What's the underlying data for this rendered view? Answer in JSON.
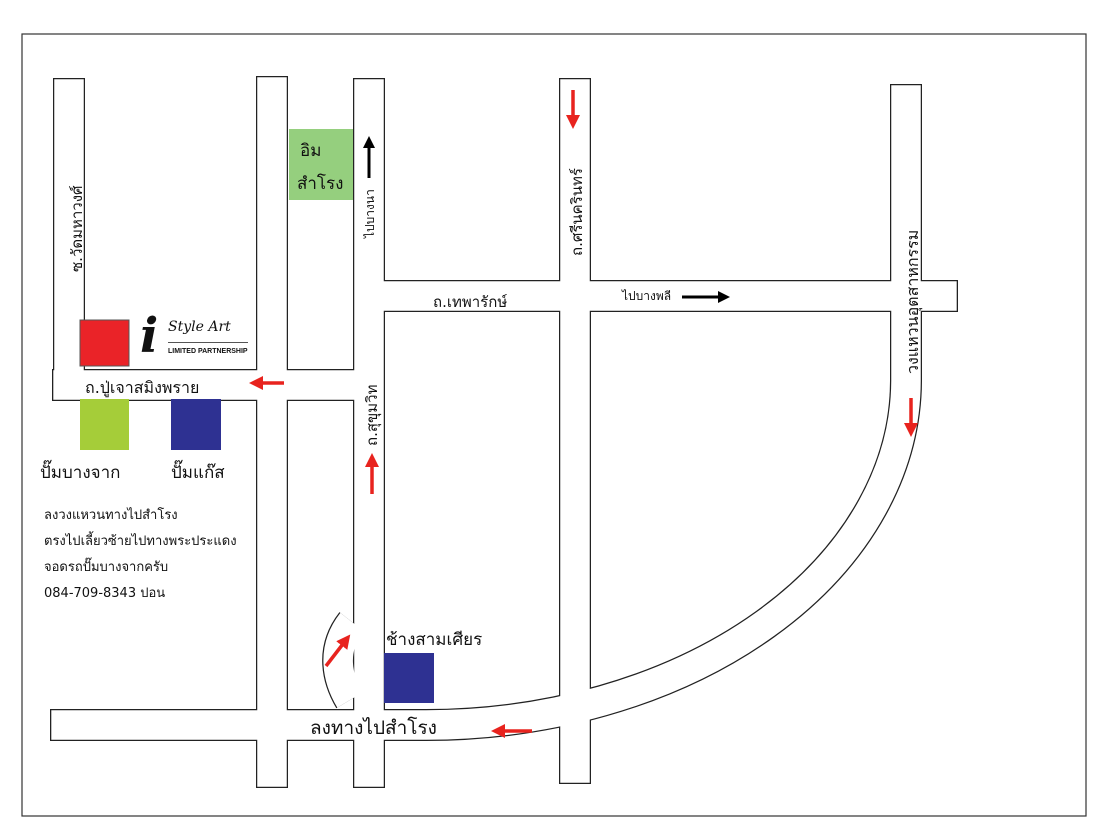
{
  "map": {
    "roads": {
      "soi_wat_mahawong": "ซ.วัดมหาวงศ์",
      "pujao_saming_phrai": "ถ.ปู่เจาสมิงพราย",
      "sukhumvit": "ถ.สุขุมวิท",
      "thepharak": "ถ.เทพารักษ์",
      "srinakarin": "ถ.ศรีนครินทร์",
      "kanchanaphisek_ring": "วงแหวนอุตสาหกรรม",
      "to_samrong_ramp": "ลงทางไปสำโรง",
      "to_bang_na": "ไปบางนา",
      "to_bang_phli": "ไปบางพลี"
    },
    "landmarks": {
      "imm_samrong_line1": "อิม",
      "imm_samrong_line2": "สำโรง",
      "bangjak_pump": "ปั๊มบางจาก",
      "gas_pump": "ปั๊มแก๊ส",
      "chang_sam_sian": "ช้างสามเศียร"
    },
    "logo": {
      "mark": "i",
      "name": "Style Art",
      "subtitle": "LIMITED PARTNERSHIP"
    },
    "directions": [
      "ลงวงแหวนทางไปสำโรง",
      "ตรงไปเลี้ยวซ้ายไปทางพระประแดง",
      "จอดรถปั๊มบางจากครับ",
      "084-709-8343 ปอน"
    ],
    "colors": {
      "road_fill": "#ffffff",
      "road_outline": "#222222",
      "arrow_red": "#e8231e",
      "arrow_black": "#000000",
      "shop_red": "#ea2328",
      "bangjak_green": "#a5cd39",
      "blue_marker": "#2e3192",
      "imm_green": "#95cf7e"
    }
  }
}
